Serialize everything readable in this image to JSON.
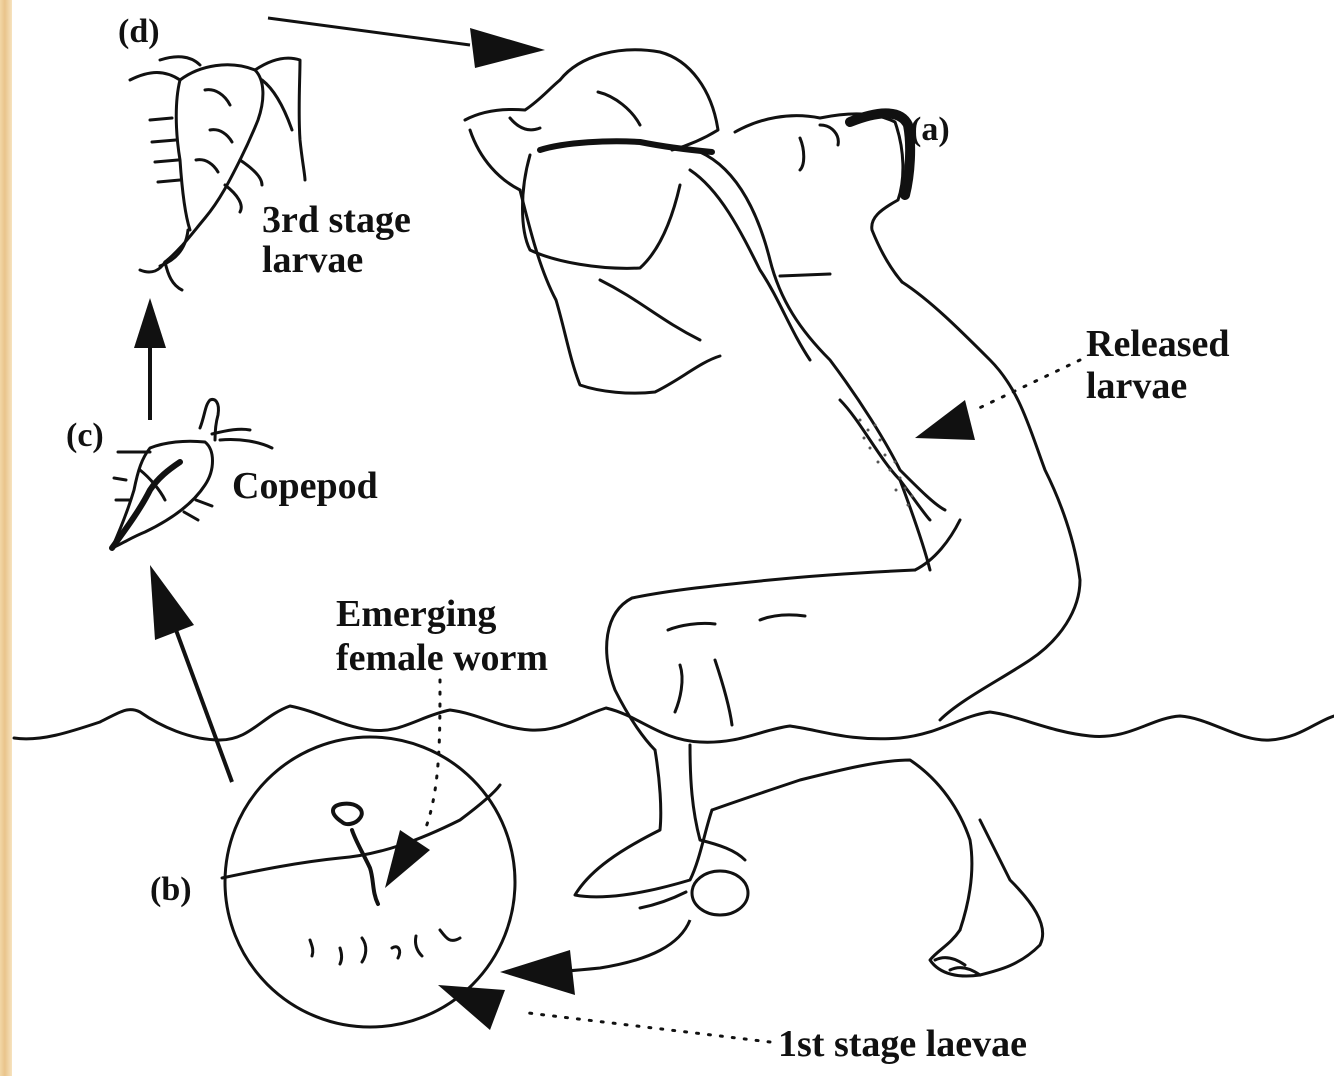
{
  "labels": {
    "a": "(a)",
    "b": "(b)",
    "c": "(c)",
    "d": "(d)",
    "third_stage_line1": "3rd stage",
    "third_stage_line2": "larvae",
    "copepod": "Copepod",
    "released_line1": "Released",
    "released_line2": "larvae",
    "emerging_line1": "Emerging",
    "emerging_line2": "female worm",
    "first_stage": "1st stage laevae"
  },
  "colors": {
    "frame": "#e9c48b",
    "ink": "#111111",
    "background": "#ffffff"
  }
}
